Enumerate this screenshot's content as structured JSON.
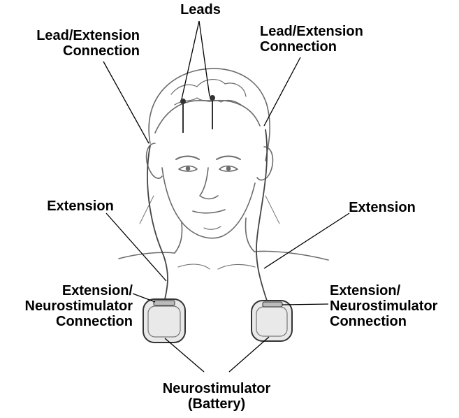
{
  "labels": {
    "leads": "Leads",
    "lead_ext_left_1": "Lead/Extension",
    "lead_ext_left_2": "Connection",
    "lead_ext_right_1": "Lead/Extension",
    "lead_ext_right_2": "Connection",
    "extension_left": "Extension",
    "extension_right": "Extension",
    "ext_neuro_left_1": "Extension/",
    "ext_neuro_left_2": "Neurostimulator",
    "ext_neuro_left_3": "Connection",
    "ext_neuro_right_1": "Extension/",
    "ext_neuro_right_2": "Neurostimulator",
    "ext_neuro_right_3": "Connection",
    "neurostimulator_1": "Neurostimulator",
    "neurostimulator_2": "(Battery)"
  },
  "colors": {
    "line": "#000000",
    "sketch": "#6b6b6b",
    "device_fill": "#e9e9e9"
  }
}
